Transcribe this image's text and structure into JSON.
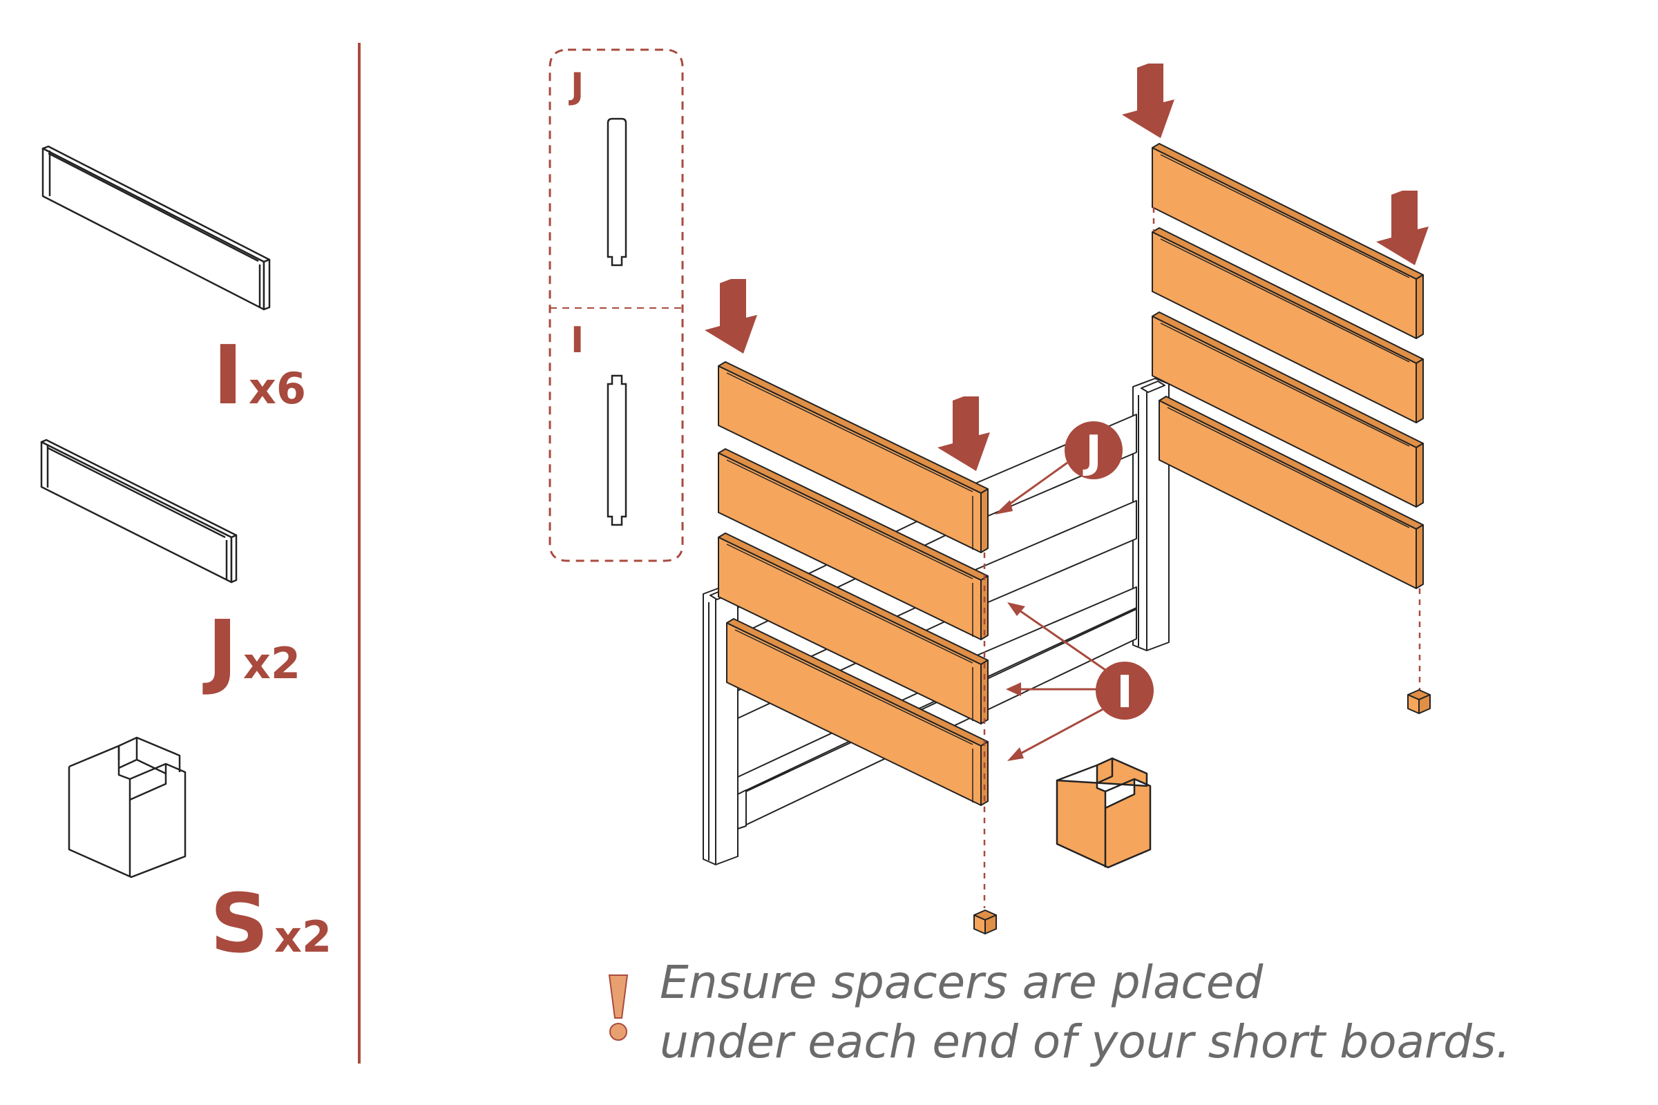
{
  "parts": [
    {
      "letter": "I",
      "qty": "x6"
    },
    {
      "letter": "J",
      "qty": "x2"
    },
    {
      "letter": "S",
      "qty": "x2"
    }
  ],
  "detail_labels": {
    "top": "J",
    "bottom": "I"
  },
  "callouts": {
    "j": "J",
    "i": "I"
  },
  "note": {
    "line1": "Ensure spacers are placed",
    "line2": "under each end of your short boards."
  },
  "colors": {
    "accent": "#a84a3e",
    "board_orange": "#f5a55c",
    "board_edge": "#e08f47",
    "outline": "#222222",
    "note_text": "#6b6b6b"
  },
  "icons": [
    "down-arrow-icon",
    "warning-exclamation-icon",
    "spacer-icon"
  ]
}
